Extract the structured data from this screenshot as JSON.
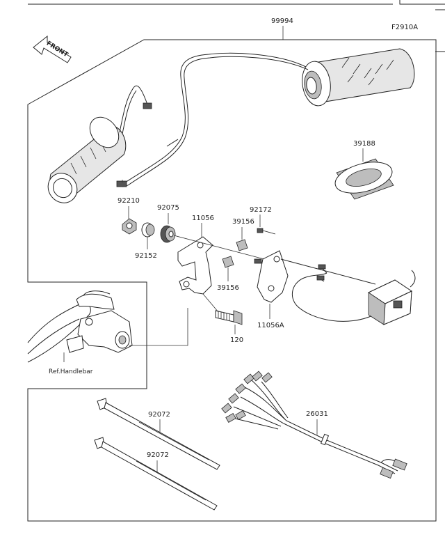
{
  "diagram": {
    "figure_id": "F2910A",
    "front_label": "FRONT",
    "ref_label": "Ref.Handlebar",
    "parts": {
      "p99994": "99994",
      "p39188": "39188",
      "p92210": "92210",
      "p92075": "92075",
      "p11056": "11056",
      "p39156a": "39156",
      "p92172": "92172",
      "p92152": "92152",
      "p39156b": "39156",
      "p11056A": "11056A",
      "p120": "120",
      "p26031": "26031",
      "p92072a": "92072",
      "p92072b": "92072"
    }
  }
}
